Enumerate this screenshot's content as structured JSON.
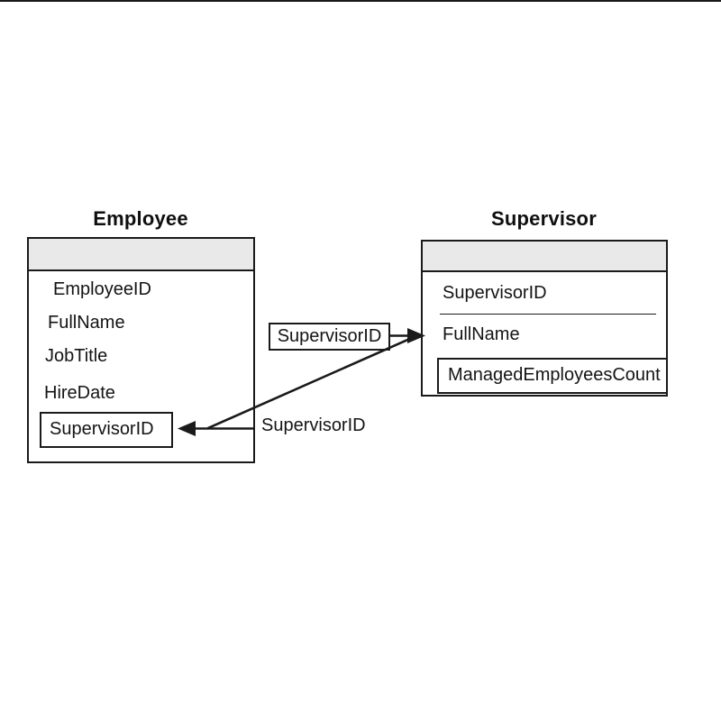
{
  "canvas": {
    "background": "#ffffff",
    "line_color": "#1a1a1a",
    "header_fill": "#e9e9e9",
    "text_color": "#141414"
  },
  "employee": {
    "title": "Employee",
    "fields": [
      "EmployeeID",
      "FullName",
      "JobTitle",
      "HireDate"
    ],
    "fk_field": "SupervisorID"
  },
  "supervisor": {
    "title": "Supervisor",
    "id_field": "SupervisorID",
    "name_field": "FullName",
    "derived_field": "ManagedEmployeesCount"
  },
  "connectors": {
    "boxed_label": "SupervisorID",
    "plain_label": "SupervisorID"
  }
}
